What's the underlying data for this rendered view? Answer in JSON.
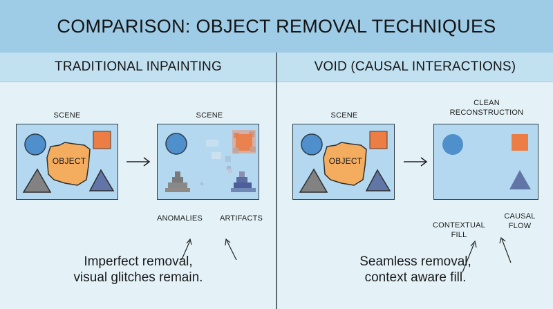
{
  "title": "COMPARISON: OBJECT REMOVAL TECHNIQUES",
  "left_panel": {
    "header": "TRADITIONAL INPAINTING",
    "scene_label_before": "SCENE",
    "scene_label_after": "SCENE",
    "object_label": "OBJECT",
    "annotation_anomalies": "ANOMALIES",
    "annotation_artifacts": "ARTIFACTS",
    "caption_line1": "Imperfect removal,",
    "caption_line2": "visual glitches remain."
  },
  "right_panel": {
    "header": "VOID (CAUSAL INTERACTIONS)",
    "scene_label_before": "SCENE",
    "scene_label_after_line1": "CLEAN",
    "scene_label_after_line2": "RECONSTRUCTION",
    "object_label": "OBJECT",
    "annotation_contextual_line1": "CONTEXTUAL",
    "annotation_contextual_line2": "FILL",
    "annotation_causal_line1": "CAUSAL",
    "annotation_causal_line2": "FLOW",
    "caption_line1": "Seamless removal,",
    "caption_line2": "context aware fill."
  },
  "colors": {
    "circle": "#4f8fcb",
    "square": "#ec7d45",
    "object": "#f4ad5e",
    "triangle_gray": "#828282",
    "triangle_blue": "#6175a6"
  }
}
